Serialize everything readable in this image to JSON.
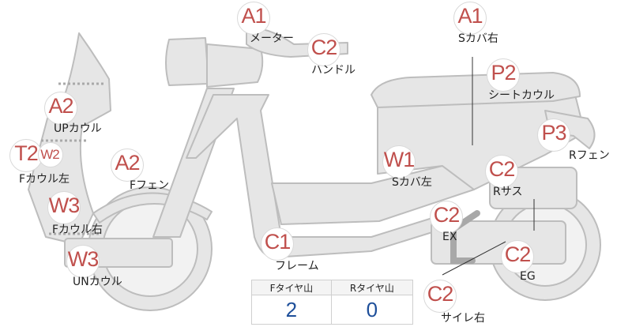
{
  "diagram": {
    "colors": {
      "body_fill": "#e6e6e6",
      "outline": "#bdbdbd",
      "code_text": "#c0504d",
      "value_text": "#1e4f9a"
    },
    "labels": [
      {
        "id": "meter",
        "code": "A1",
        "part": "メーター"
      },
      {
        "id": "handle",
        "code": "C2",
        "part": "ハンドル"
      },
      {
        "id": "side-cover-right",
        "code": "A1",
        "part": "Sカバ右"
      },
      {
        "id": "seat-cowl",
        "code": "P2",
        "part": "シートカウル"
      },
      {
        "id": "rear-fender",
        "code": "P3",
        "part": "Rフェン"
      },
      {
        "id": "up-cowl",
        "code": "A2",
        "part": "UPカウル"
      },
      {
        "id": "front-cowl-left",
        "code": "T2",
        "code2": "W2",
        "part": "Fカウル左"
      },
      {
        "id": "front-fender",
        "code": "A2",
        "part": "Fフェン"
      },
      {
        "id": "side-cover-left",
        "code": "W1",
        "part": "Sカバ左"
      },
      {
        "id": "rear-suspension",
        "code": "C2",
        "part": "Rサス"
      },
      {
        "id": "front-cowl-right",
        "code": "W3",
        "part": "Fカウル右"
      },
      {
        "id": "exhaust",
        "code": "C2",
        "part": "EX"
      },
      {
        "id": "frame",
        "code": "C1",
        "part": "フレーム"
      },
      {
        "id": "engine",
        "code": "C2",
        "part": "EG"
      },
      {
        "id": "under-cowl",
        "code": "W3",
        "part": "UNカウル"
      },
      {
        "id": "silencer-right",
        "code": "C2",
        "part": "サイレ右"
      }
    ],
    "tire_table": {
      "headers": [
        "Fタイヤ山",
        "Rタイヤ山"
      ],
      "values": [
        "2",
        "0"
      ]
    }
  }
}
